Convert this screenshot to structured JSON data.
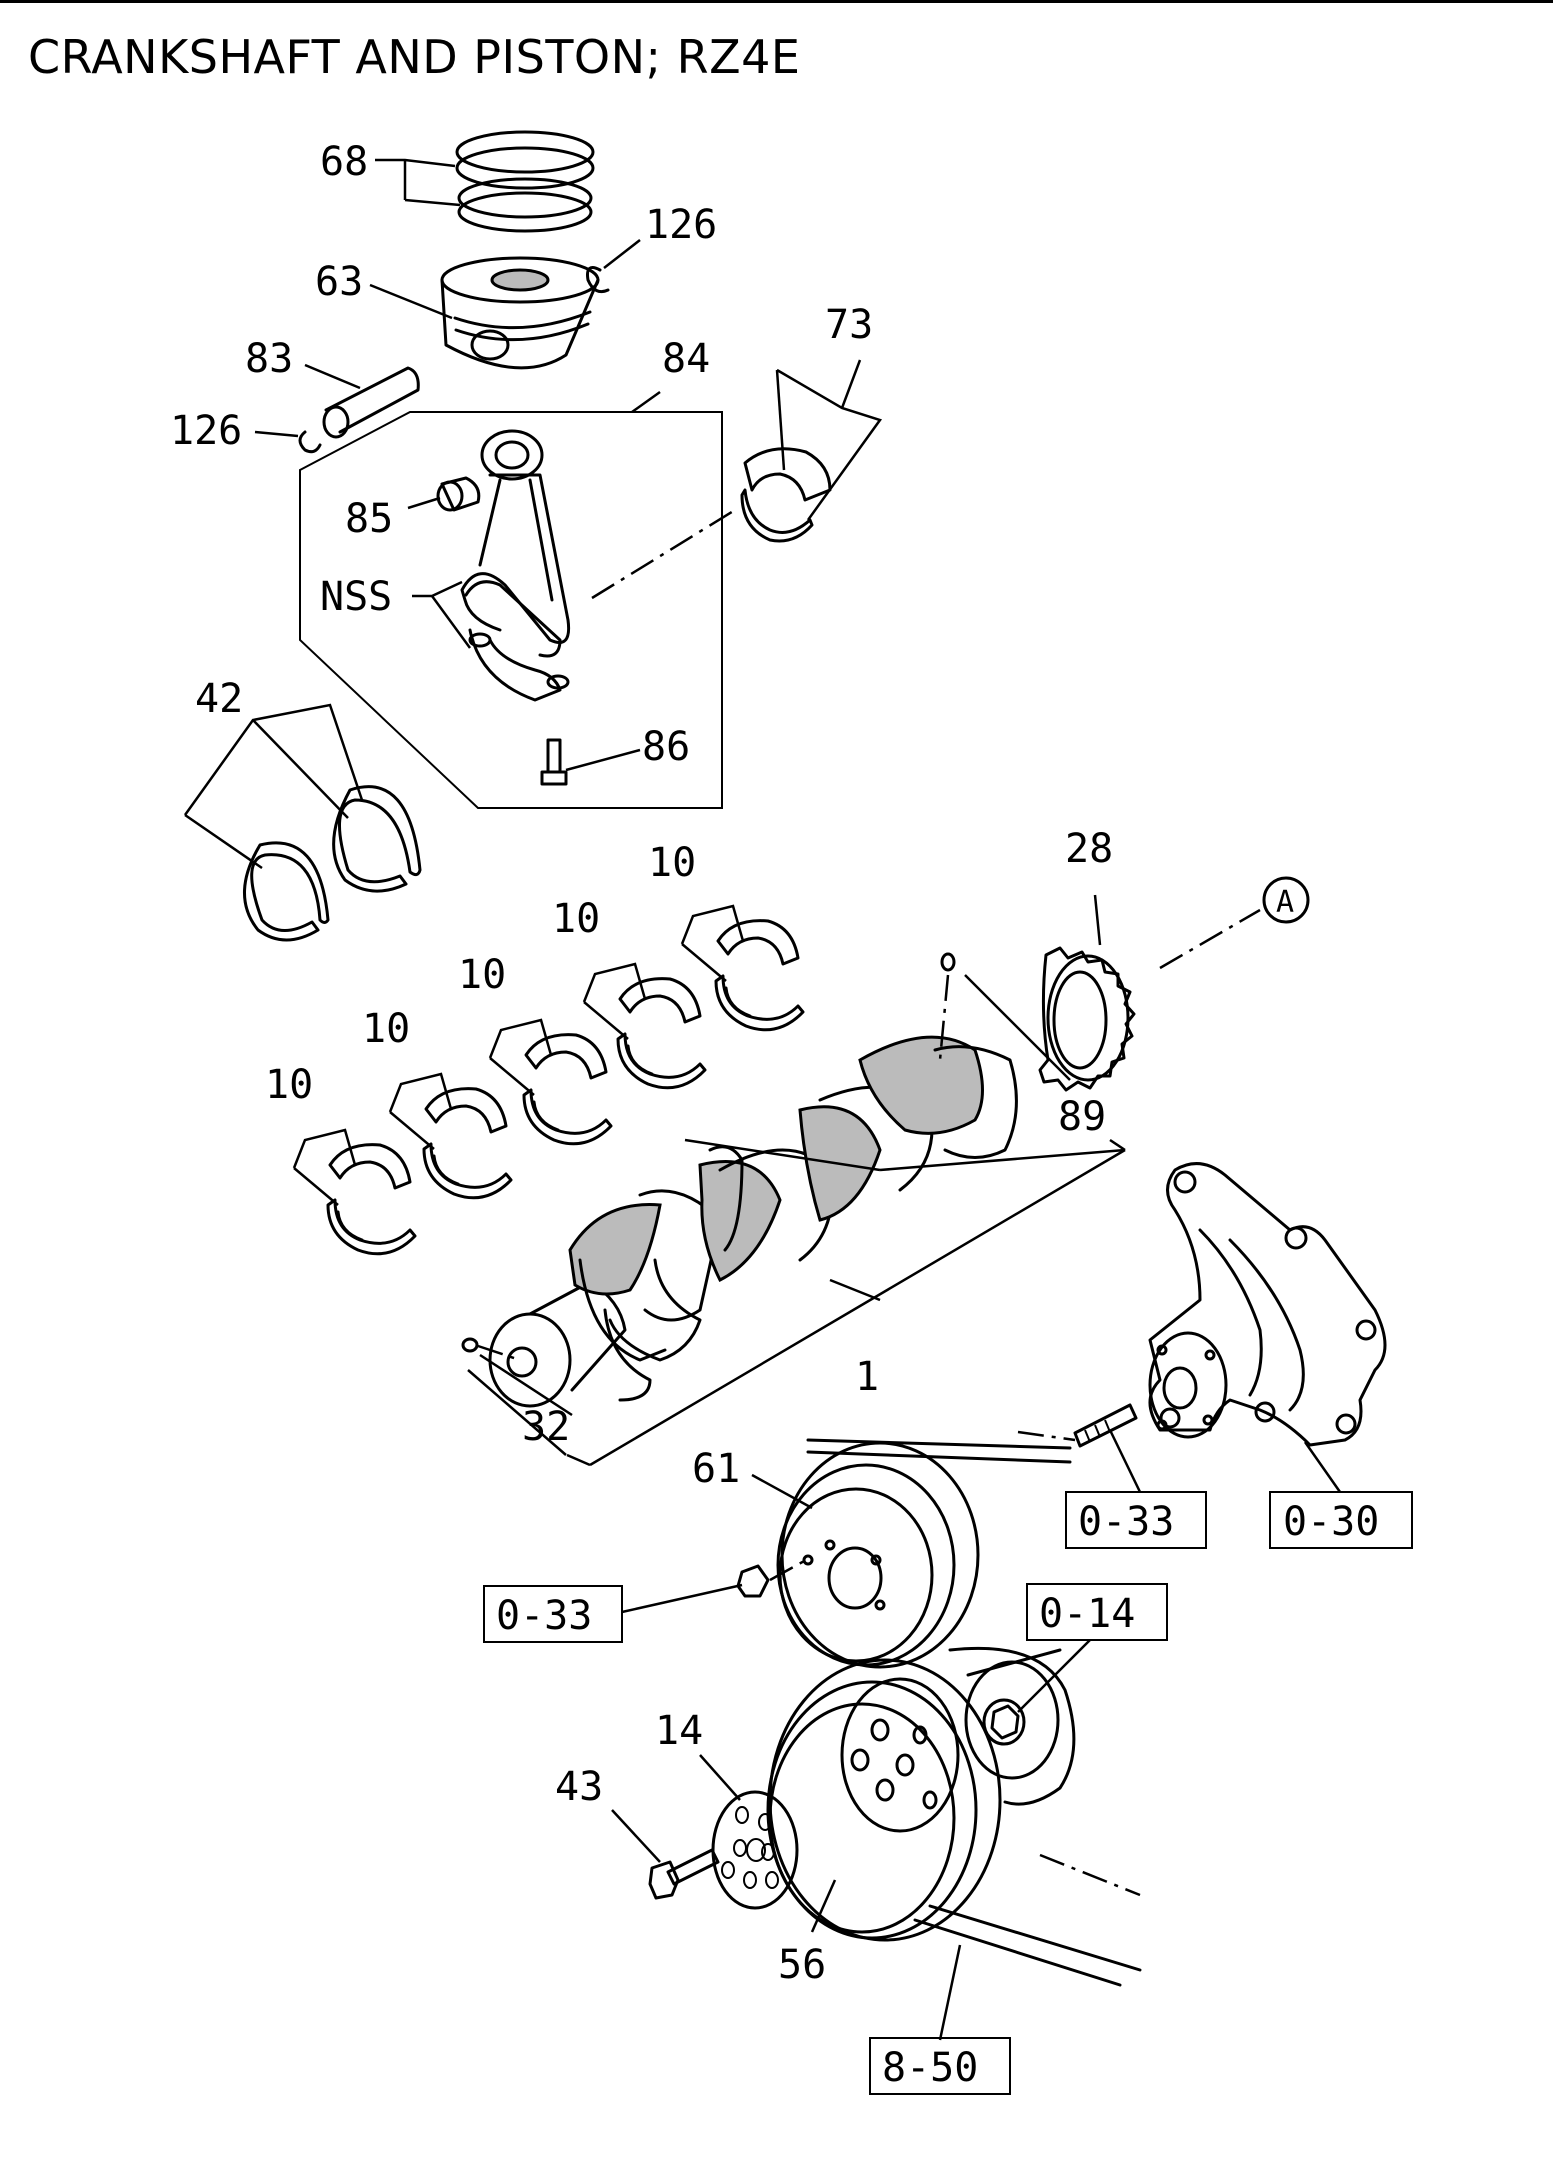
{
  "title": "CRANKSHAFT AND PISTON; RZ4E",
  "callouts": {
    "c68": "68",
    "c126a": "126",
    "c63": "63",
    "c83": "83",
    "c73": "73",
    "c84": "84",
    "c126b": "126",
    "c85": "85",
    "nss": "NSS",
    "c42": "42",
    "c86": "86",
    "c28": "28",
    "circle_a": "A",
    "c10a": "10",
    "c10b": "10",
    "c10c": "10",
    "c10d": "10",
    "c10e": "10",
    "c89": "89",
    "c1": "1",
    "c32": "32",
    "c61": "61",
    "c14": "14",
    "c43": "43",
    "c56": "56"
  },
  "refs": {
    "r033a": "0-33",
    "r030": "0-30",
    "r033b": "0-33",
    "r014": "0-14",
    "r850": "8-50"
  }
}
